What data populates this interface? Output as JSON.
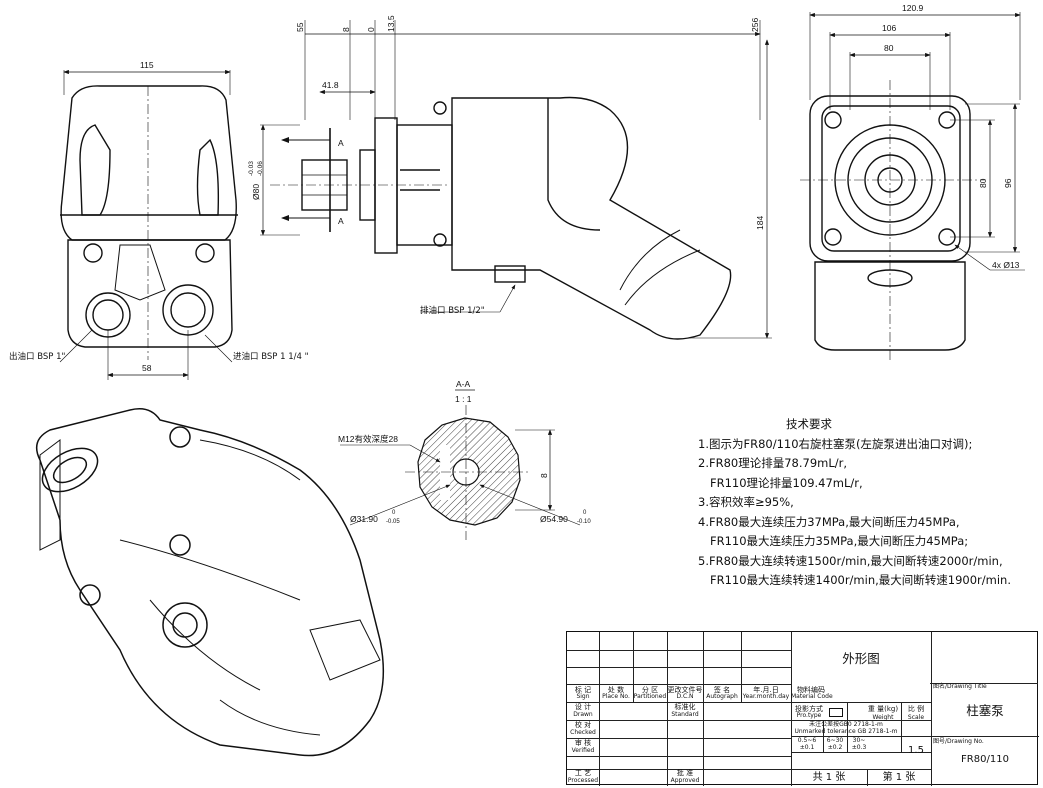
{
  "drawing": {
    "front_view": {
      "width_dim": "115",
      "port_spacing_dim": "58",
      "outlet_label": "出油口 BSP 1\"",
      "inlet_label": "进油口 BSP 1 1/4 \""
    },
    "side_view": {
      "dims_top": [
        "55",
        "8",
        "0",
        "13.5",
        "256"
      ],
      "flange_dim": "41.8",
      "shaft_dia": "Ø80",
      "shaft_tol_upper": "-0.03",
      "shaft_tol_lower": "-0.06",
      "section_mark": "A",
      "height_dim": "184",
      "drain_label": "排油口 BSP 1/2\""
    },
    "end_view": {
      "dims_top": [
        "120.9",
        "106",
        "80"
      ],
      "dims_right": [
        "80",
        "96"
      ],
      "hole_label": "4x Ø13"
    },
    "section_view": {
      "title": "A-A",
      "scale": "1 : 1",
      "thread_label": "M12有效深度28",
      "dia_left": "Ø31.90",
      "dia_left_tol_upper": "0",
      "dia_left_tol_lower": "-0.05",
      "dia_right": "Ø54.90",
      "dia_right_tol_upper": "0",
      "dia_right_tol_lower": "-0.10",
      "keyway_dim": "8"
    }
  },
  "tech_requirements": {
    "title": "技术要求",
    "lines": [
      "1.图示为FR80/110右旋柱塞泵(左旋泵进出油口对调);",
      "2.FR80理论排量78.79mL/r,",
      "FR110理论排量109.47mL/r,",
      "3.容积效率≥95%,",
      "4.FR80最大连续压力37MPa,最大间断压力45MPa,",
      "FR110最大连续压力35MPa,最大间断压力45MPa;",
      "5.FR80最大连续转速1500r/min,最大间断转速2000r/min,",
      "FR110最大连续转速1400r/min,最大间断转速1900r/min."
    ]
  },
  "title_block": {
    "drawing_name": "外形图",
    "drawing_title_label": "图名/Drawing Title",
    "drawing_title": "柱塞泵",
    "drawing_no_label": "图号/Drawing No.",
    "drawing_no": "FR80/110",
    "headers": {
      "sign": "标 记",
      "sign_en": "Sign",
      "place_no": "处 数",
      "place_no_en": "Place No.",
      "partition": "分 区",
      "partition_en": "Partitioned",
      "change_doc": "更改文件号",
      "change_doc_en": "D.C.N",
      "signature": "签 名",
      "signature_en": "Autograph",
      "date": "年.月.日",
      "date_en": "Year.month.day",
      "material": "物料编码",
      "material_en": "Material Code"
    },
    "rows": {
      "drawn": "设 计",
      "drawn_en": "Drawn",
      "checked": "校 对",
      "checked_en": "Checked",
      "verified": "审 核",
      "verified_en": "Verified",
      "processed": "工 艺",
      "processed_en": "Processed",
      "standard": "标准化",
      "standard_en": "Standard",
      "approved": "批 准",
      "approved_en": "Approved"
    },
    "projection_label": "投影方式",
    "projection_en": "Pro.type",
    "weight_label": "重 量(kg)",
    "weight_en": "Weight",
    "scale_label": "比 例",
    "scale_en": "Scale",
    "scale_value": "1.5",
    "tolerance_label": "未注公差按GB0 2718-1-m",
    "tolerance_en": "Unmarked tolerance GB 2718-1-m",
    "tol_ranges": [
      "0.5~6",
      "6~30",
      "30~"
    ],
    "tol_values": [
      "±0.1",
      "±0.2",
      "±0.3"
    ],
    "sheets_total": "共 1 张",
    "sheet_no": "第 1 张"
  }
}
